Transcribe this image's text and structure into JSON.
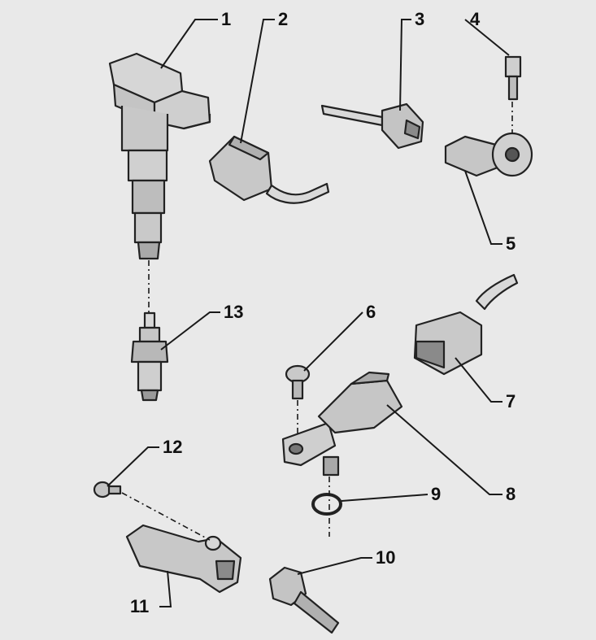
{
  "callouts": [
    {
      "id": 1,
      "label": "1"
    },
    {
      "id": 2,
      "label": "2"
    },
    {
      "id": 3,
      "label": "3"
    },
    {
      "id": 4,
      "label": "4"
    },
    {
      "id": 5,
      "label": "5"
    },
    {
      "id": 6,
      "label": "6"
    },
    {
      "id": 7,
      "label": "7"
    },
    {
      "id": 8,
      "label": "8"
    },
    {
      "id": 9,
      "label": "9"
    },
    {
      "id": 10,
      "label": "10"
    },
    {
      "id": 11,
      "label": "11"
    },
    {
      "id": 12,
      "label": "12"
    },
    {
      "id": 13,
      "label": "13"
    }
  ],
  "colors": {
    "background": "#e9e9e9",
    "line": "#222222",
    "part_fill_light": "#d8d8d8",
    "part_fill_mid": "#bdbdbd",
    "part_fill_dark": "#8a8a8a"
  }
}
